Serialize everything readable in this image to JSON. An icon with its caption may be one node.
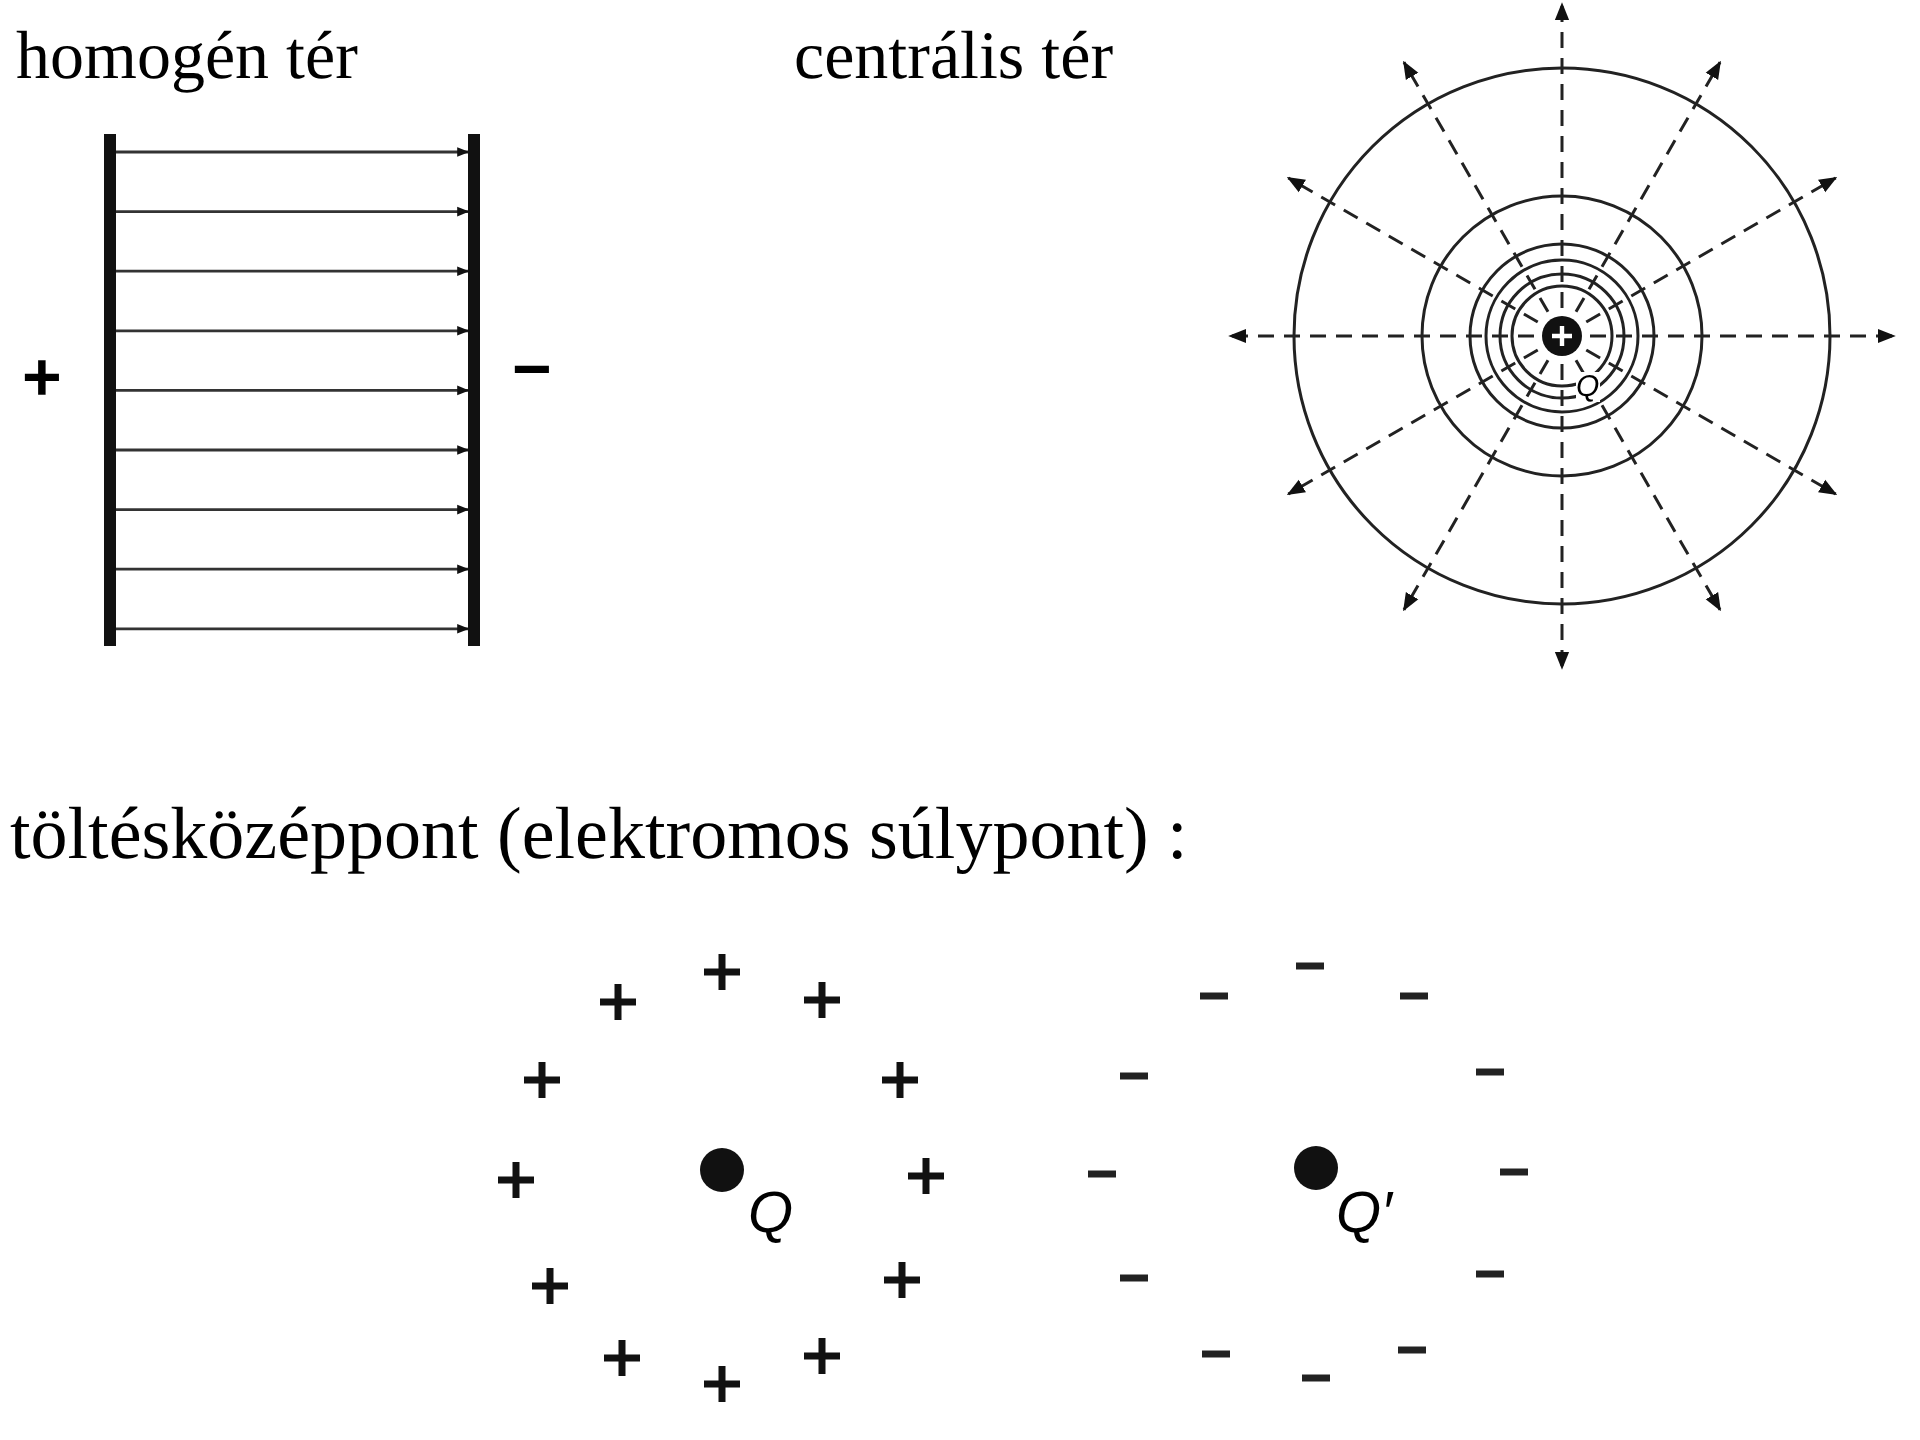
{
  "diagram": {
    "labels": [
      "homogén tér",
      "centrális tér",
      "+",
      "−",
      "Q",
      "töltésközéppont (elektromos súlypont) :",
      "Q",
      "Q′"
    ]
  }
}
